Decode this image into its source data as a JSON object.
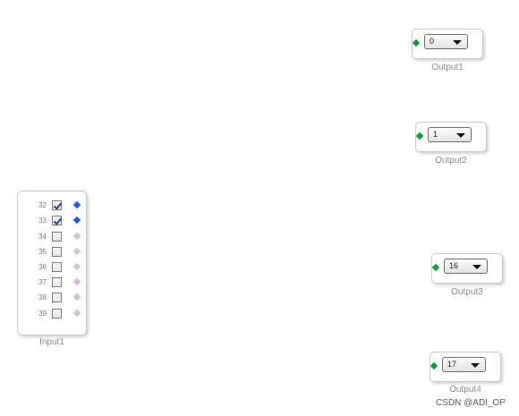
{
  "outputs": [
    {
      "label": "Output1",
      "value": "0",
      "pin_color": "#149a3c"
    },
    {
      "label": "Output2",
      "value": "1",
      "pin_color": "#149a3c"
    },
    {
      "label": "Output3",
      "value": "16",
      "pin_color": "#149a3c"
    },
    {
      "label": "Output4",
      "value": "17",
      "pin_color": "#149a3c"
    }
  ],
  "input": {
    "label": "Input1",
    "rows": [
      {
        "number": "32",
        "checked": true
      },
      {
        "number": "33",
        "checked": true
      },
      {
        "number": "34",
        "checked": false
      },
      {
        "number": "35",
        "checked": false
      },
      {
        "number": "36",
        "checked": false
      },
      {
        "number": "37",
        "checked": false
      },
      {
        "number": "38",
        "checked": false
      },
      {
        "number": "39",
        "checked": false
      }
    ],
    "active_pin_color": "#1f58e8",
    "inactive_pin_color": "#d9b9dd"
  },
  "watermark": "CSDN @ADI_OP"
}
